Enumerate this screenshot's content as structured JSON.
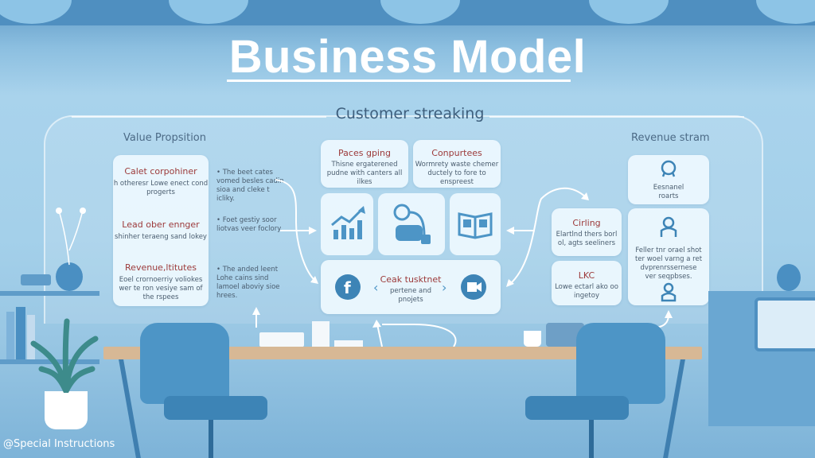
{
  "title": "Business Model",
  "subtitle": "Customer streaking",
  "footer": "@Special Instructions",
  "sections": {
    "left": "Value Propsition",
    "right": "Revenue stram"
  },
  "left_card": {
    "items": [
      {
        "title": "Calet corpohiner",
        "body": "h otheresr Lowe enect cond progerts"
      },
      {
        "title": "Lead ober ennger",
        "body": "shinher teraeng sand lokey"
      },
      {
        "title": "Revenue,ltitutes",
        "body": "Eoel crornoerriy voliokes wer te ron vesiye sam of the rspees"
      }
    ]
  },
  "left_notes": [
    "• The beet cates vomed besles cadin sioa and cleke t icliky.",
    "• Foet gestiy soor liotvas veer foclory.",
    "• The anded leent Lohe cains sind lamoel aboviy sioe hrees."
  ],
  "center_top": [
    {
      "title": "Paces gping",
      "body": "Thisne ergaterened pudne with canters all ilkes"
    },
    {
      "title": "Conpurtees",
      "body": "Wormrety waste chemer ductely to fore to enspreest"
    }
  ],
  "center_bottom": {
    "title": "Ceak tusktnet",
    "body": "pertene and pnojets"
  },
  "right_col1": [
    {
      "title": "Cirling",
      "body": "Elartlnd thers borl ol, agts seeliners"
    },
    {
      "title": "LKC",
      "body": "Lowe ectarl ako oo ingetoy"
    }
  ],
  "right_col2": [
    {
      "body": "Eesnanel roarts"
    },
    {
      "body": "Feller tnr orael shot ter woel varng a ret dvprenrssernese ver seqpbses."
    }
  ],
  "icons": [
    "growth-chart-icon",
    "hand-coin-icon",
    "book-icon",
    "facebook-icon",
    "video-icon",
    "award-icon",
    "person-icon"
  ],
  "colors": {
    "primary": "#4d95c6",
    "accent_text": "#9c3a3a"
  }
}
